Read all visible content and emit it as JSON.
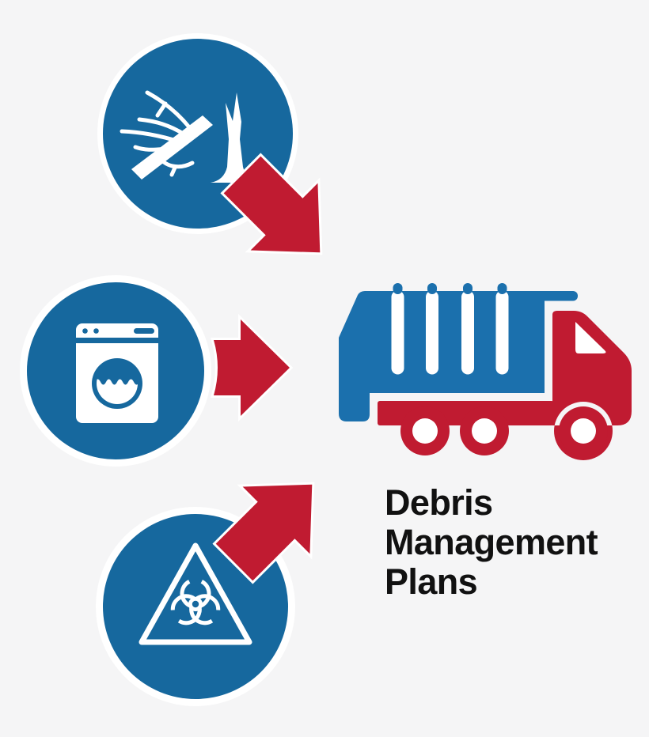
{
  "title": {
    "text": "Debris Management Plans"
  },
  "colors": {
    "background": "#f5f5f6",
    "circle_blue": "#16689E",
    "truck_blue": "#1B70AD",
    "red": "#C01B31",
    "icon_white": "#FFFFFF",
    "text": "#111111"
  },
  "diagram": {
    "type": "flow",
    "source_nodes": [
      {
        "icon": "fallen-tree-icon"
      },
      {
        "icon": "washing-machine-icon"
      },
      {
        "icon": "biohazard-icon"
      }
    ],
    "connectors": [
      "red-arrow-down-right",
      "red-arrow-right",
      "red-arrow-up-right"
    ],
    "target_node": {
      "icon": "garbage-truck-icon"
    },
    "caption": "Debris Management Plans"
  }
}
